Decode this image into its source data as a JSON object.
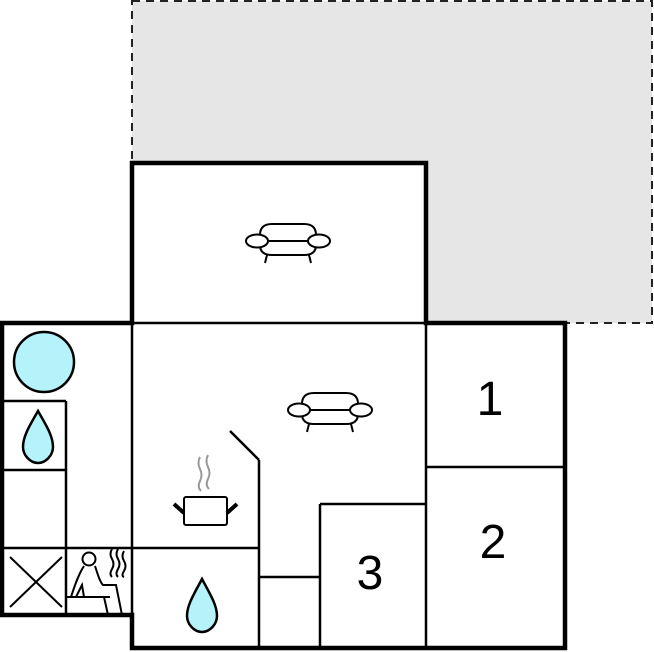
{
  "floorplan": {
    "rooms": [
      {
        "id": "bedroom-1",
        "label": "1"
      },
      {
        "id": "bedroom-2",
        "label": "2"
      },
      {
        "id": "bedroom-3",
        "label": "3"
      }
    ],
    "icons": [
      "sofa-icon",
      "sofa-icon",
      "pot-icon",
      "water-drop-icon",
      "water-drop-icon",
      "hot-tub-icon",
      "sauna-icon",
      "storage-x-icon"
    ],
    "colors": {
      "terrace": "#e6e6e6",
      "water": "#b5f3fa",
      "wall": "#000000",
      "steam": "#999999"
    }
  }
}
